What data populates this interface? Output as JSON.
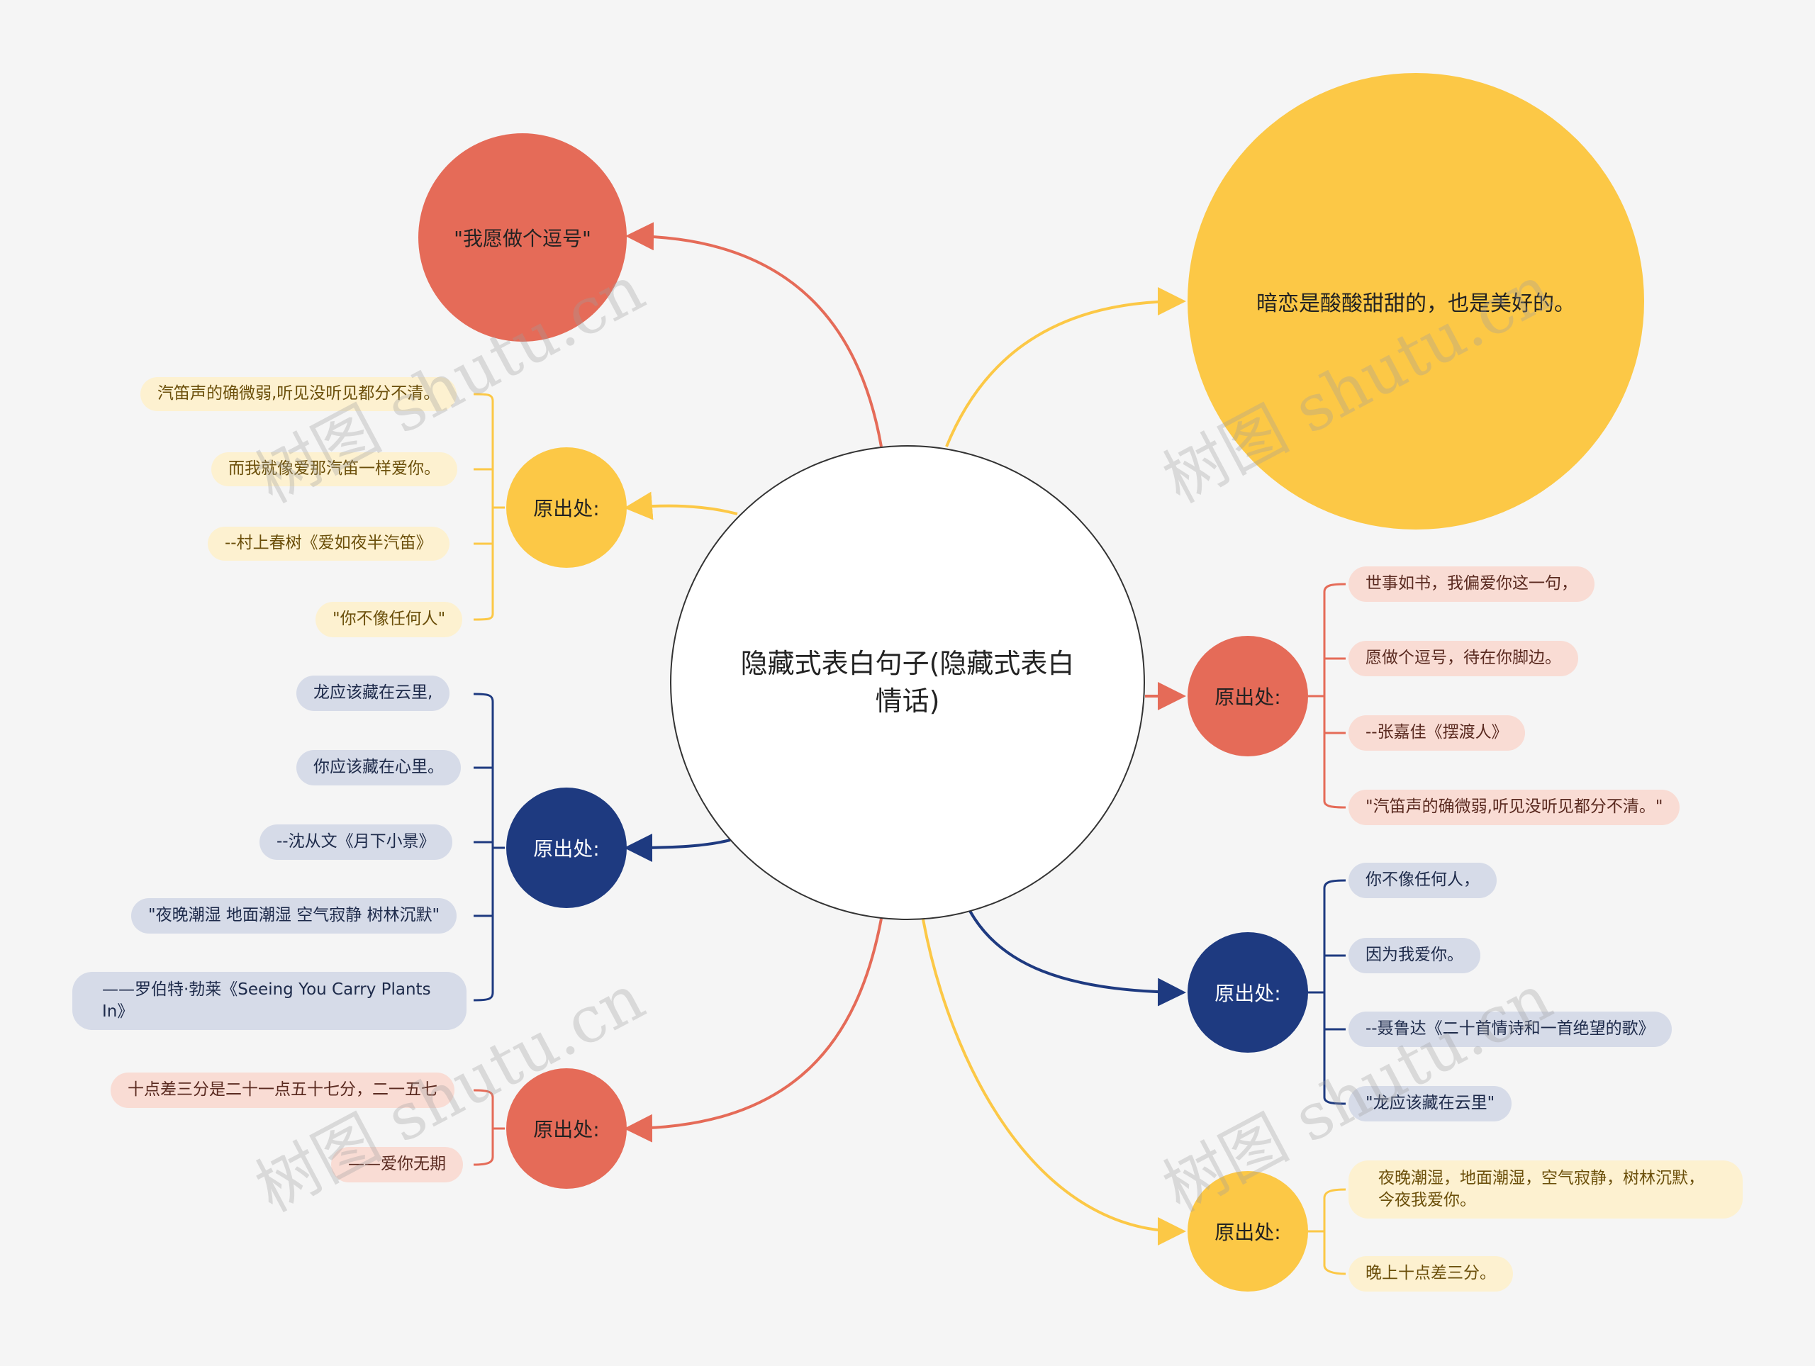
{
  "colors": {
    "yellow": "#fcc846",
    "red": "#e56b58",
    "navy": "#1e3a80",
    "background": "#f5f5f5"
  },
  "center": {
    "label": "隐藏式表白句子(隐藏式表白情话)"
  },
  "top_right": {
    "label": "暗恋是酸酸甜甜的，也是美好的。"
  },
  "top_left": {
    "label": "\"我愿做个逗号\""
  },
  "groups": [
    {
      "label": "原出处:",
      "color": "yellow",
      "items": [
        "汽笛声的确微弱,听见没听见都分不清。",
        "而我就像爱那汽笛一样爱你。",
        "--村上春树《爱如夜半汽笛》",
        "\"你不像任何人\""
      ]
    },
    {
      "label": "原出处:",
      "color": "navy",
      "items": [
        "龙应该藏在云里,",
        "你应该藏在心里。",
        "--沈从文《月下小景》",
        "\"夜晚潮湿 地面潮湿 空气寂静 树林沉默\"",
        "——罗伯特·勃莱《Seeing You Carry Plants In》"
      ]
    },
    {
      "label": "原出处:",
      "color": "red",
      "items": [
        "十点差三分是二十一点五十七分，二一五七",
        "——爱你无期"
      ]
    },
    {
      "label": "原出处:",
      "color": "red",
      "items": [
        "世事如书，我偏爱你这一句，",
        "愿做个逗号，待在你脚边。",
        "--张嘉佳《摆渡人》",
        "\"汽笛声的确微弱,听见没听见都分不清。\""
      ]
    },
    {
      "label": "原出处:",
      "color": "navy",
      "items": [
        "你不像任何人，",
        "因为我爱你。",
        "--聂鲁达《二十首情诗和一首绝望的歌》",
        "\"龙应该藏在云里\""
      ]
    },
    {
      "label": "原出处:",
      "color": "yellow",
      "items": [
        "夜晚潮湿，地面潮湿，空气寂静，树林沉默，今夜我爱你。",
        "晚上十点差三分。"
      ]
    }
  ],
  "watermark": "树图 shutu.cn"
}
